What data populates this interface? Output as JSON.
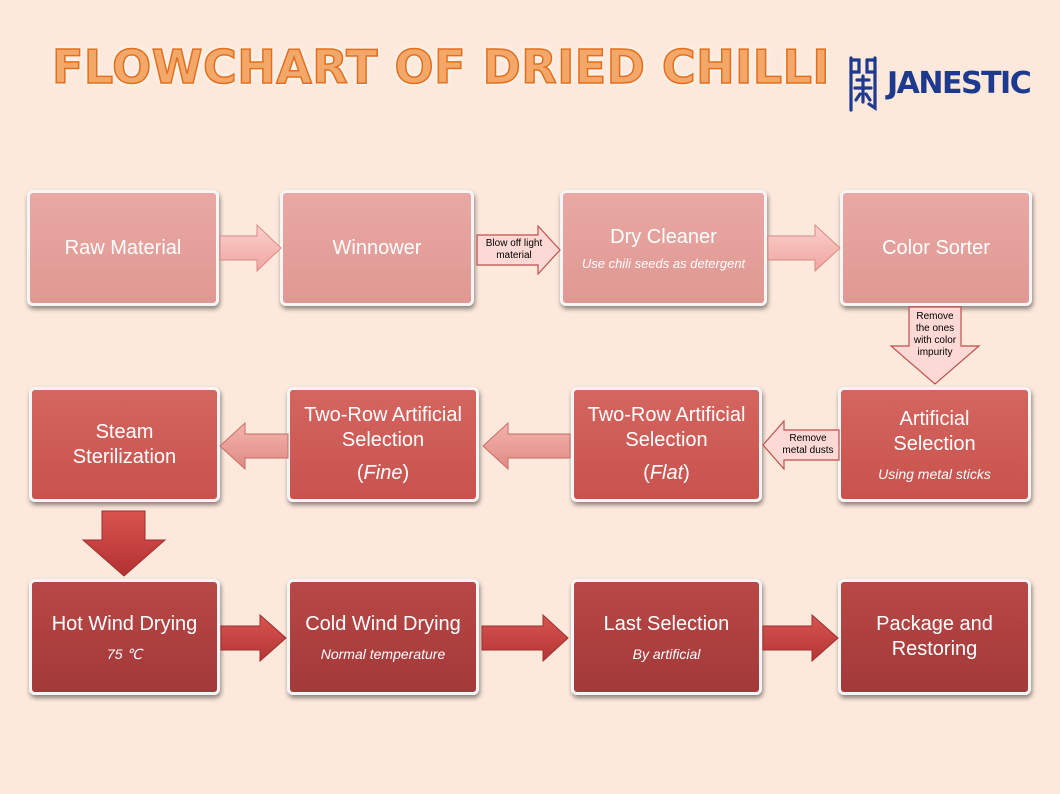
{
  "title": "FLOWCHART OF DRIED CHILLI",
  "logo": {
    "name": "JANESTIC",
    "icon": "janestic-glyph-icon"
  },
  "colors": {
    "row1": "#e39e98",
    "row2": "#cc5a55",
    "row3": "#a83d3d",
    "title_fill": "#f3a86a",
    "title_stroke": "#e36e1c",
    "logo": "#1d3a8e"
  },
  "steps": {
    "raw_material": {
      "title": "Raw Material"
    },
    "winnower": {
      "title": "Winnower"
    },
    "dry_cleaner": {
      "title": "Dry Cleaner",
      "note": "Use chili seeds as detergent"
    },
    "color_sorter": {
      "title": "Color Sorter"
    },
    "artificial_selection": {
      "title_1": "Artificial",
      "title_2": "Selection",
      "note": "Using metal sticks"
    },
    "two_row_flat": {
      "title_1": "Two-Row Artificial",
      "title_2": "Selection",
      "paren_open": "(",
      "variant": "Flat",
      "paren_close": ")"
    },
    "two_row_fine": {
      "title_1": "Two-Row Artificial",
      "title_2": "Selection",
      "paren_open": "(",
      "variant": "Fine",
      "paren_close": ")"
    },
    "steam_sterilization": {
      "title_1": "Steam",
      "title_2": "Sterilization"
    },
    "hot_wind_drying": {
      "title": "Hot Wind Drying",
      "note": "75 ℃"
    },
    "cold_wind_drying": {
      "title": "Cold Wind Drying",
      "note": "Normal temperature"
    },
    "last_selection": {
      "title": "Last Selection",
      "note": "By artificial"
    },
    "package_restoring": {
      "title_1": "Package and",
      "title_2": "Restoring"
    }
  },
  "arrow_labels": {
    "blow_off": [
      "Blow off light",
      "material"
    ],
    "remove_color": [
      "Remove",
      "the ones",
      "with color",
      "impurity"
    ],
    "remove_metal": [
      "Remove",
      "metal dusts"
    ]
  }
}
